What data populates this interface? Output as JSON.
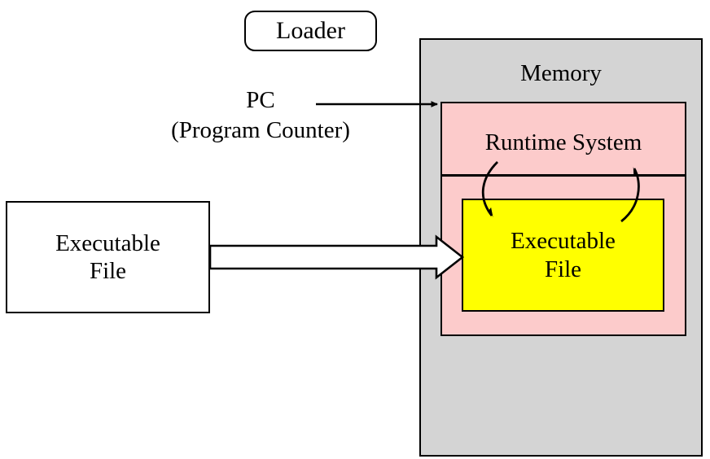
{
  "diagram": {
    "title": "Loader loading an executable file into memory",
    "colors": {
      "memory_fill": "#d4d4d4",
      "runtime_fill": "#fccbcb",
      "executable_fill": "#ffff00",
      "file_fill": "#ffffff",
      "stroke": "#000000"
    },
    "nodes": {
      "loader": {
        "label": "Loader",
        "shape": "rounded-rect"
      },
      "memory": {
        "label": "Memory",
        "shape": "rect"
      },
      "runtime_system": {
        "label": "Runtime System",
        "shape": "rect"
      },
      "executable_in_memory": {
        "label_line1": "Executable",
        "label_line2": "File",
        "shape": "rect"
      },
      "executable_file": {
        "label_line1": "Executable",
        "label_line2": "File",
        "shape": "rect"
      },
      "program_counter": {
        "label_line1": "PC",
        "label_line2": "(Program Counter)"
      }
    },
    "edges": [
      {
        "name": "pc-pointer",
        "from": "program_counter",
        "to": "runtime_system",
        "style": "thin-arrow"
      },
      {
        "name": "load-arrow",
        "from": "executable_file",
        "to": "executable_in_memory",
        "style": "block-arrow"
      },
      {
        "name": "runtime-to-executable",
        "from": "runtime_system",
        "to": "executable_in_memory",
        "style": "curved-arrow"
      },
      {
        "name": "executable-to-runtime",
        "from": "executable_in_memory",
        "to": "runtime_system",
        "style": "curved-arrow"
      }
    ]
  }
}
